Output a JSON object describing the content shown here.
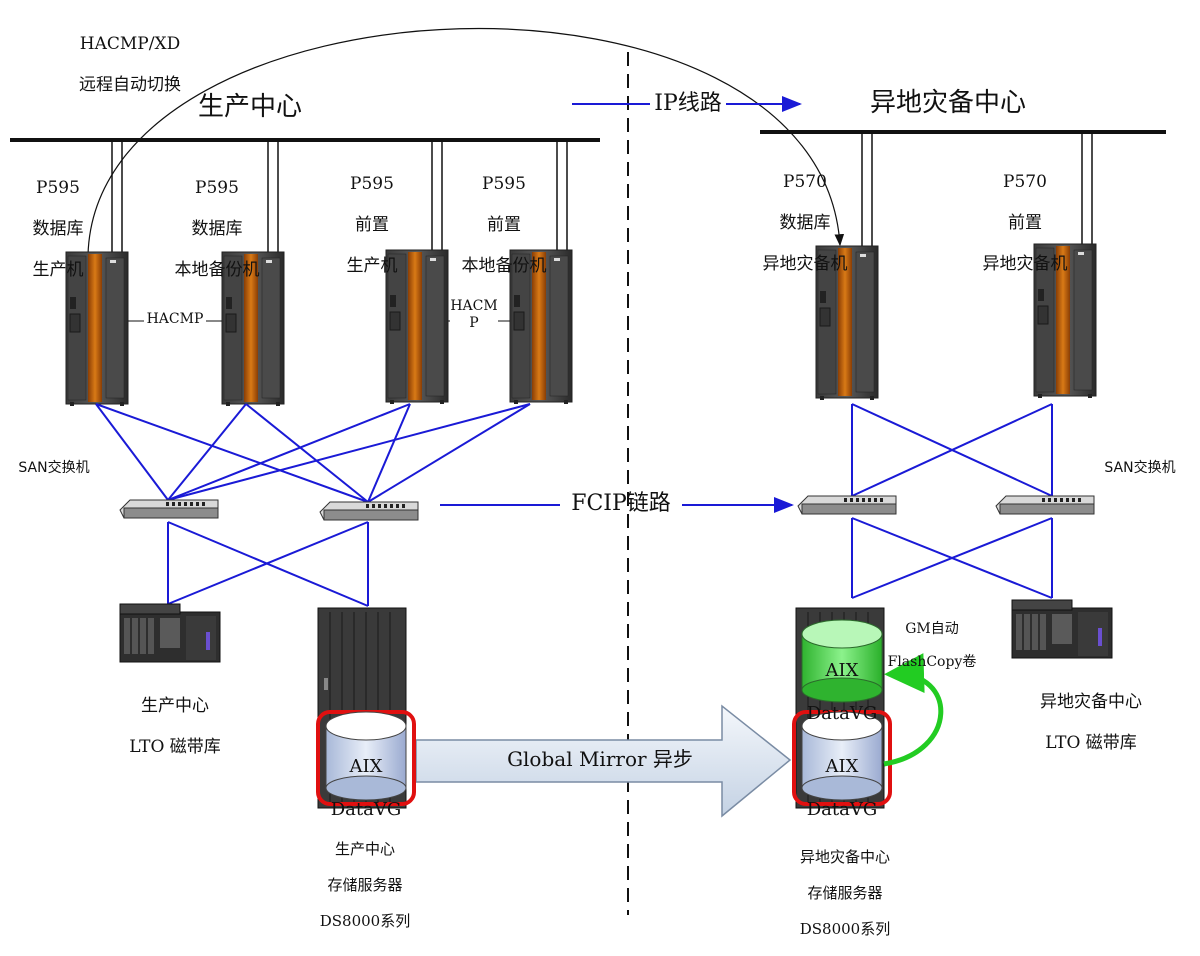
{
  "top_label": {
    "line1": "HACMP/XD",
    "line2": "远程自动切换"
  },
  "production_center": "生产中心",
  "dr_center": "异地灾备中心",
  "ip_link": "IP线路",
  "fcip_link": "FCIP链路",
  "san_switch_left": "SAN交换机",
  "san_switch_right": "SAN交换机",
  "servers": [
    {
      "model": "P595",
      "role": "数据库",
      "sub": "生产机"
    },
    {
      "model": "P595",
      "role": "数据库",
      "sub": "本地备份机"
    },
    {
      "model": "P595",
      "role": "前置",
      "sub": "生产机"
    },
    {
      "model": "P595",
      "role": "前置",
      "sub": "本地备份机"
    },
    {
      "model": "P570",
      "role": "数据库",
      "sub": "异地灾备机"
    },
    {
      "model": "P570",
      "role": "前置",
      "sub": "异地灾备机"
    }
  ],
  "hacmp_label_1": "HACMP",
  "hacmp_label_2": "HACM\nP",
  "tape_left": {
    "line1": "生产中心",
    "line2": "LTO 磁带库"
  },
  "tape_right": {
    "line1": "异地灾备中心",
    "line2": "LTO 磁带库"
  },
  "storage_left": {
    "line1": "生产中心",
    "line2": "存储服务器",
    "line3": "DS8000系列"
  },
  "storage_right": {
    "line1": "异地灾备中心",
    "line2": "存储服务器",
    "line3": "DS8000系列"
  },
  "volume_left": {
    "line1": "AIX",
    "line2": "DataVG"
  },
  "volume_right": {
    "line1": "AIX",
    "line2": "DataVG"
  },
  "volume_flash": {
    "line1": "AIX",
    "line2": "DataVG"
  },
  "gm_label": {
    "line1": "GM自动",
    "line2": "FlashCopy卷"
  },
  "global_mirror": "Global Mirror 异步",
  "colors": {
    "link_blue": "#1a1ad6",
    "storage_red": "#e01010",
    "flash_green": "#22cc22",
    "orange": "#c8650c"
  }
}
